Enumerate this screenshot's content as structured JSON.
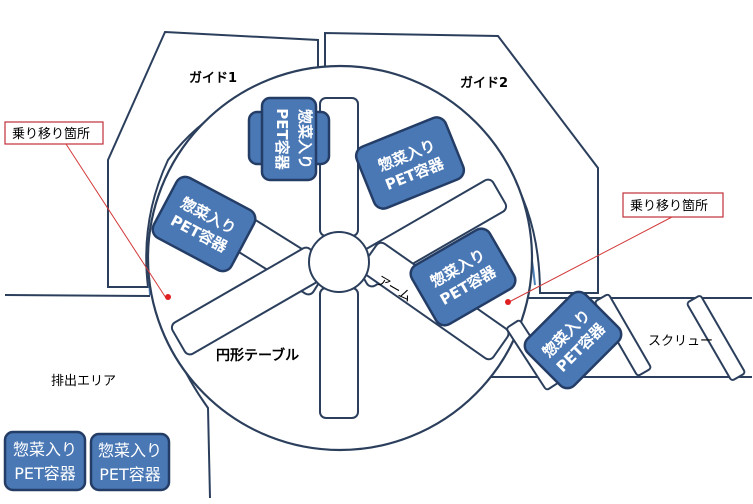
{
  "labels": {
    "guide1": "ガイド1",
    "guide2": "ガイド2",
    "transfer_point_left": "乗り移り箇所",
    "transfer_point_right": "乗り移り箇所",
    "arm": "アーム",
    "circular_table": "円形テーブル",
    "discharge_area": "排出エリア",
    "screw": "スクリュー"
  },
  "container": {
    "line1": "惣菜入り",
    "line2": "PET容器"
  },
  "colors": {
    "container_fill": "#4a78b5",
    "container_border": "#243d66",
    "line": "#2b3f5c",
    "callout": "#d23a3a"
  }
}
